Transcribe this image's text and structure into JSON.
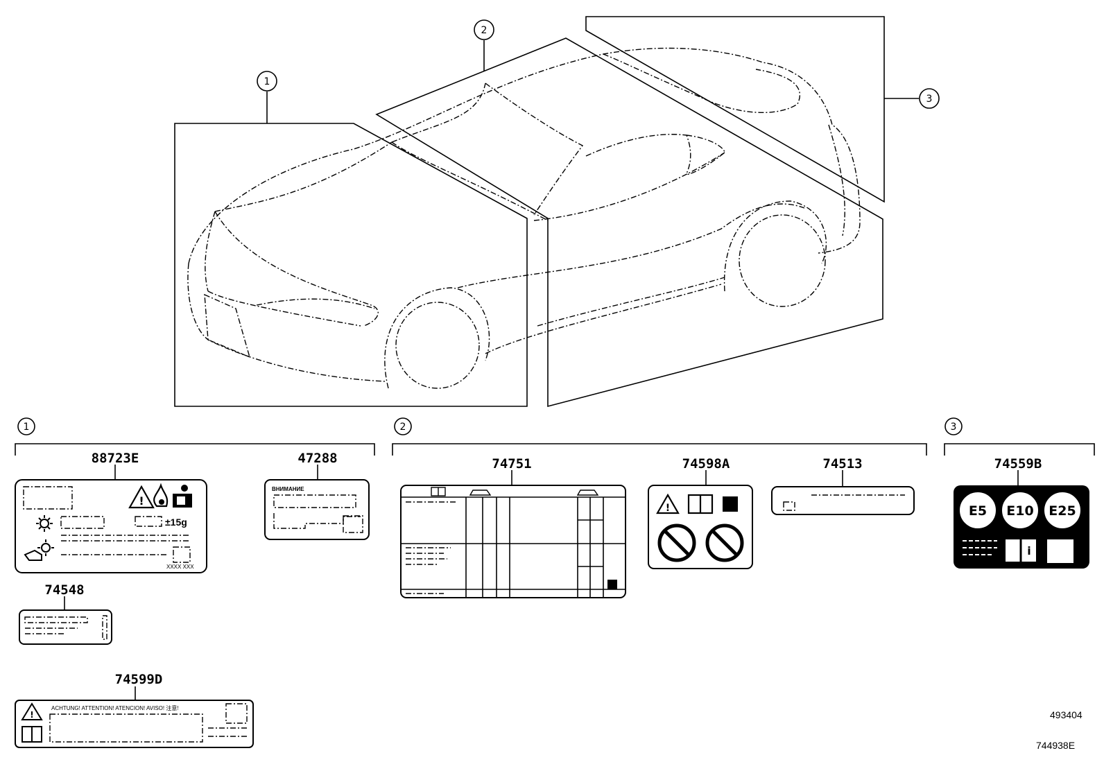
{
  "callouts": [
    "1",
    "2",
    "3"
  ],
  "group1": {
    "label_88723E": {
      "part_no": "88723E",
      "charge": "±15g",
      "code": "XXXX XXX"
    },
    "label_47288": {
      "part_no": "47288",
      "header": "ВНИМАНИЕ"
    },
    "label_74548": {
      "part_no": "74548"
    },
    "label_74599D": {
      "part_no": "74599D",
      "header": "ACHTUNG!  ATTENTION!  ATENCION!  AVISO!  注意!"
    }
  },
  "group2": {
    "label_74751": {
      "part_no": "74751"
    },
    "label_74598A": {
      "part_no": "74598A"
    },
    "label_74513": {
      "part_no": "74513"
    }
  },
  "group3": {
    "label_74559B": {
      "part_no": "74559B",
      "fuels": [
        "E5",
        "E10",
        "E25"
      ]
    }
  },
  "footer": {
    "ref_1": "493404",
    "ref_2": "744938E"
  },
  "icons": [
    "warning-triangle-icon",
    "flame-icon",
    "manual-reader-icon",
    "sun-refrigerant-icon",
    "oil-can-icon",
    "manual-book-icon",
    "no-child-seat-icon",
    "car-icon"
  ]
}
